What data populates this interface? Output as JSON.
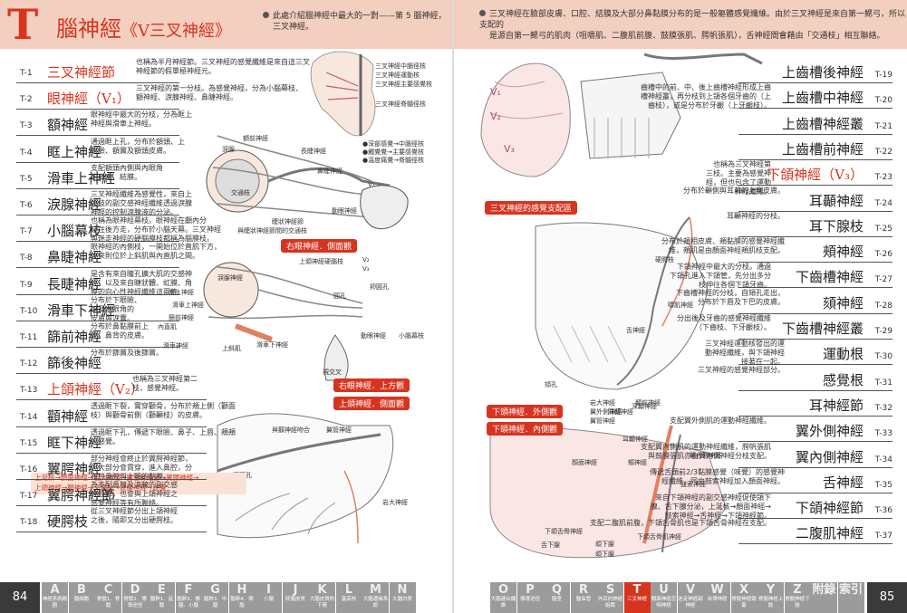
{
  "left": {
    "letter": "T",
    "title": "腦神經",
    "subtitle": "《V三叉神經》",
    "note_lines": [
      "此處介紹腦神經中最大的一對——第 5 腦神經，",
      "三叉神經。"
    ],
    "legend": [
      "●深部感覺→中腦徑核",
      "●觸覺覺→主要感覺核",
      "●溫度痛覺→脊髓徑核"
    ],
    "nuclei_labels": [
      "三叉神經中腦徑核",
      "三叉神經運動核",
      "三叉神經主要感覺核",
      "三叉神經脊髓徑核"
    ],
    "rows": [
      {
        "code": "T-1",
        "name": "三叉神經節",
        "red": true,
        "desc": [
          "也稱為半月神經節。三叉神經的感覺纖維是來自這三叉",
          "神經節的假單極神經元。"
        ]
      },
      {
        "code": "T-2",
        "name": "眼神經（V₁）",
        "red": true,
        "desc": [
          "三叉神經的第一分枝。為感覺神經，分為小腦幕枝、",
          "額神經、淚腺神經、鼻睫神經。"
        ]
      },
      {
        "code": "T-3",
        "name": "額神經",
        "red": false,
        "desc": [
          "眼神經中最大的分枝，分為眶上",
          "神經與滑車上神經。"
        ]
      },
      {
        "code": "T-4",
        "name": "眶上神經",
        "red": false,
        "desc": [
          "通過眶上孔，分布於額頭、上",
          "眼瞼、額竇及額頭皮膚。"
        ]
      },
      {
        "code": "T-5",
        "name": "滑車上神經",
        "red": false,
        "desc": [
          "支配額頭內側與內眼角",
          "的皮膚、結膜。"
        ]
      },
      {
        "code": "T-6",
        "name": "淚腺神經",
        "red": false,
        "desc": [
          "三叉神經纖維為感覺性，來自上",
          "頜枝的副交感神經纖維透過淚腺",
          "神經的控制淚腺液的分泌。"
        ]
      },
      {
        "code": "T-7",
        "name": "小腦幕枝",
        "red": false,
        "desc": [
          "也稱為眼神經幕枝。眼神經在顱內分",
          "枝往後方走，分布於小腦天幕。三叉神經",
          "與迷走神經的硬腦膜枝都稱為腦膜枝。"
        ]
      },
      {
        "code": "T-8",
        "name": "鼻睫神經",
        "red": false,
        "desc": [
          "眼神經的內側枝，一開始位於直肌下方，",
          "後來則位於上斜肌與內直肌之間。"
        ]
      },
      {
        "code": "T-9",
        "name": "長睫神經",
        "red": false,
        "desc": [
          "是含有來自瞳孔擴大肌的交感神",
          "經，以及來自睫狀體、虹膜、角",
          "膜的向心性神經纖維這兩條。"
        ]
      },
      {
        "code": "T-10",
        "name": "滑車下神經",
        "red": false,
        "desc": [
          "分布於下眼瞼、",
          "以及內眼角的",
          "皮膚與淚囊。"
        ]
      },
      {
        "code": "T-11",
        "name": "篩前神經",
        "red": false,
        "desc": [
          "分布於鼻黏膜前上",
          "側、鼻背的皮膚。"
        ]
      },
      {
        "code": "T-12",
        "name": "篩後神經",
        "red": false,
        "desc": [
          "分布於篩竇及後篩竇。"
        ]
      },
      {
        "code": "T-13",
        "name": "上頜神經（V₂）",
        "red": true,
        "desc": [
          "也稱為三叉神經第二",
          "枝，感覺神經。"
        ]
      },
      {
        "code": "T-14",
        "name": "顴神經",
        "red": false,
        "desc": [
          "透過眶下裂，實穿顴骨，分布於頰上側（顴面",
          "枝）與顴骨前側（顴顳枝）的皮膚。"
        ]
      },
      {
        "code": "T-15",
        "name": "眶下神經",
        "red": false,
        "desc": [
          "透過眶下孔，傳遞下眼瞼、鼻子、上唇、頰頰",
          "的感覺。"
        ]
      },
      {
        "code": "T-16",
        "name": "翼腭神經",
        "red": false,
        "desc": [
          "部分神經會終止於翼腭神經節，",
          "但大部分會貫穿，進入鼻腔，分",
          "布於鼻腔與上顎的黏膜。"
        ]
      },
      {
        "code": "T-17",
        "name": "翼腭神經節",
        "red": false,
        "desc": [
          "為支配鼻腺及淚腺的副交感",
          "神經節，也會與上頜神經之",
          "感覺神經等有所聯絡。"
        ]
      },
      {
        "code": "T-18",
        "name": "硬腭枝",
        "red": false,
        "desc": [
          "從三叉神經節分出上頜神經",
          "之後，隨即又分出硬腭枝。"
        ]
      }
    ],
    "pathway_lines": [
      "上涎核→顏面神經→岩大神經→翼管神經節→翼腭神經→",
      "上頜神經→顴神經→交通枝→淚腺神經→淚腺"
    ],
    "tags": [
      "右眼神經．側面觀",
      "右眼神經．上方觀",
      "上頜神經．側面觀"
    ],
    "labels_eye": [
      "額前神經",
      "長睫神經",
      "鼻睫神經",
      "交通枝",
      "V₁",
      "淚腺",
      "動眼神經",
      "睫狀神經節",
      "與睫狀神經節間的交通枝",
      "上頜神經硬腦枝",
      "V₂",
      "V₃",
      "圓孔",
      "卵圓孔",
      "滑車神經",
      "滑車上神經",
      "上斜肌",
      "眶上神經",
      "內直肌",
      "滑車下神經",
      "動眼神經",
      "小腦幕枝",
      "視交叉",
      "篩前神經",
      "眶下孔",
      "岩大神經",
      "翼管神經",
      "與顴神經吻合",
      "淚腺神經"
    ],
    "footer": {
      "page": "84",
      "tabs": [
        {
          "L": "A",
          "S": "神經系統概觀"
        },
        {
          "L": "B",
          "S": "腦細胞"
        },
        {
          "L": "C",
          "S": "脊髓1．脊髓"
        },
        {
          "L": "D",
          "S": "脊髓2．傳導途徑"
        },
        {
          "L": "E",
          "S": "腦幹1．延髓"
        },
        {
          "L": "F",
          "S": "腦幹2．橋腦．小腦"
        },
        {
          "L": "G",
          "S": "腦幹3．中腦"
        },
        {
          "L": "H",
          "S": "腦幹4．間腦"
        },
        {
          "L": "I",
          "S": "小腦"
        },
        {
          "L": "J",
          "S": "終腦皮質"
        },
        {
          "L": "K",
          "S": "大腦皮質的下層"
        },
        {
          "L": "L",
          "S": "基底核"
        },
        {
          "L": "M",
          "S": "大腦邊緣系統"
        },
        {
          "L": "N",
          "S": "大腦白質"
        }
      ]
    }
  },
  "right": {
    "intro": [
      "三叉神經在臉部皮膚、口腔、結膜及大部分鼻黏膜分布的是一般軀體感覺纖維。由於三叉神經是來自第一鰓弓，所以支配的",
      "是源自第一鰓弓的肌肉（咀嚼肌、二腹肌前腹、鼓膜張肌、腭帆張肌），舌神經間會藉由「交通枝」相互聯絡。"
    ],
    "tags": [
      "三叉神經的感覺支配區",
      "下頜神經．外側觀",
      "下頜神經．內側觀"
    ],
    "rows": [
      {
        "code": "T-19",
        "name": "上齒槽後神經",
        "red": false,
        "desc": []
      },
      {
        "code": "T-20",
        "name": "上齒槽中神經",
        "red": false,
        "desc": [
          "齒槽中的前、中、後上齒槽神經形成上齒",
          "槽神經叢，再分枝到上頜各個牙齒的（上",
          "齒枝），或是分布於牙齦（上牙齦枝）。"
        ]
      },
      {
        "code": "T-21",
        "name": "上齒槽神經叢",
        "red": false,
        "desc": []
      },
      {
        "code": "T-22",
        "name": "上齒槽前神經",
        "red": false,
        "desc": []
      },
      {
        "code": "T-23",
        "name": "下頜神經（V₃）",
        "red": true,
        "desc": [
          "也稱為三叉神經第",
          "三枝。主要為感覺神",
          "經，但也包含了運動",
          "神經纖維。"
        ]
      },
      {
        "code": "T-24",
        "name": "耳顳神經",
        "red": false,
        "desc": [
          "分布於顳側與耳前的上側皮膚。"
        ]
      },
      {
        "code": "T-25",
        "name": "耳下腺枝",
        "red": false,
        "desc": [
          "耳顳神經的分枝。"
        ]
      },
      {
        "code": "T-26",
        "name": "頰神經",
        "red": false,
        "desc": [
          "分布於頰相皮膚、頰黏膜的感覺神經纖",
          "維，頰肌是由顏面神經頰肌枝支配。"
        ]
      },
      {
        "code": "T-27",
        "name": "下齒槽神經",
        "red": false,
        "desc": [
          "下頜神經中最大的分枝。通過",
          "下頜孔進入下頜管，先分出多分",
          "枝伸往各個下頜牙齒。"
        ]
      },
      {
        "code": "T-28",
        "name": "頦神經",
        "red": false,
        "desc": [
          "下齒槽神經的分枝，自頦孔走出，",
          "分布於下唇及下巴的皮膚。"
        ]
      },
      {
        "code": "T-29",
        "name": "下齒槽神經叢",
        "red": false,
        "desc": [
          "分出後及牙齒的感覺神經纖維",
          "（下齒枝、下牙齦枝）。"
        ]
      },
      {
        "code": "T-30",
        "name": "運動根",
        "red": false,
        "desc": [
          "三叉神經運動核發出的運",
          "動神經纖維，與下頜神經",
          "接著在一起。"
        ]
      },
      {
        "code": "T-31",
        "name": "感覺根",
        "red": false,
        "desc": [
          "三叉神經的感覺神經部分。"
        ]
      },
      {
        "code": "T-32",
        "name": "耳神經節",
        "red": false,
        "desc": []
      },
      {
        "code": "T-33",
        "name": "翼外側神經",
        "red": false,
        "desc": [
          "支配翼外側肌的運動神經纖維。"
        ]
      },
      {
        "code": "T-34",
        "name": "翼內側神經",
        "red": false,
        "desc": [
          "支配翼內側肌的運動神經纖維，腭帆張肌",
          "與鼓膜張肌亦由翼內側神經分枝支配。"
        ]
      },
      {
        "code": "T-35",
        "name": "舌神經",
        "red": false,
        "desc": [
          "傳遞舌頭前2/3黏膜感覺（味覺）的感覺神",
          "經纖維，同由鼓索神經加入顏面神經。"
        ]
      },
      {
        "code": "T-36",
        "name": "下頜神經節",
        "red": false,
        "desc": [
          "來自下頜神經的副交感神經促使頜下",
          "腺、舌下腺分泌，上涎核→顏面神經→",
          "鼓索神經→舌神經→下頜神經節。"
        ]
      },
      {
        "code": "T-37",
        "name": "二腹肌神經",
        "red": false,
        "desc": [
          "支配二腹肌前腹，下頜舌骨肌也是下頜舌骨神經在支配。"
        ]
      }
    ],
    "labels": [
      "V₁",
      "V₂",
      "V₃",
      "硬腭枝",
      "頦孔",
      "嚼肌神經",
      "舌神經",
      "頰神經",
      "顳前神經",
      "翼外側神經",
      "耳顳神經",
      "深顳神經",
      "翼內側神經",
      "鼓索神經",
      "下頜舌骨神經",
      "頜下腺",
      "舌下腺",
      "下頜舌骨肌神經",
      "頜下腺",
      "岩大神經",
      "顏面神經",
      "深顳神經",
      "翼管神經"
    ],
    "footer": {
      "page": "85",
      "current": "T",
      "tabs": [
        {
          "L": "O",
          "S": "大腦連合纖維"
        },
        {
          "L": "P",
          "S": "傳導途徑"
        },
        {
          "L": "Q",
          "S": "腦室"
        },
        {
          "L": "R",
          "S": "腦血管"
        },
        {
          "L": "S",
          "S": "內耳的神經組織"
        },
        {
          "L": "T",
          "S": "三叉神經"
        },
        {
          "L": "U",
          "S": "顏面神經舌咽神經"
        },
        {
          "L": "V",
          "S": "迷走神經副神經"
        },
        {
          "L": "W",
          "S": "自律神經"
        },
        {
          "L": "X",
          "S": "脊髓神經頸叢"
        },
        {
          "L": "Y",
          "S": "脊髓神經上肢"
        },
        {
          "L": "Z",
          "S": "脊髓神經下肢"
        },
        {
          "L": "附錄",
          "S": ""
        },
        {
          "L": "索引",
          "S": ""
        }
      ]
    }
  }
}
